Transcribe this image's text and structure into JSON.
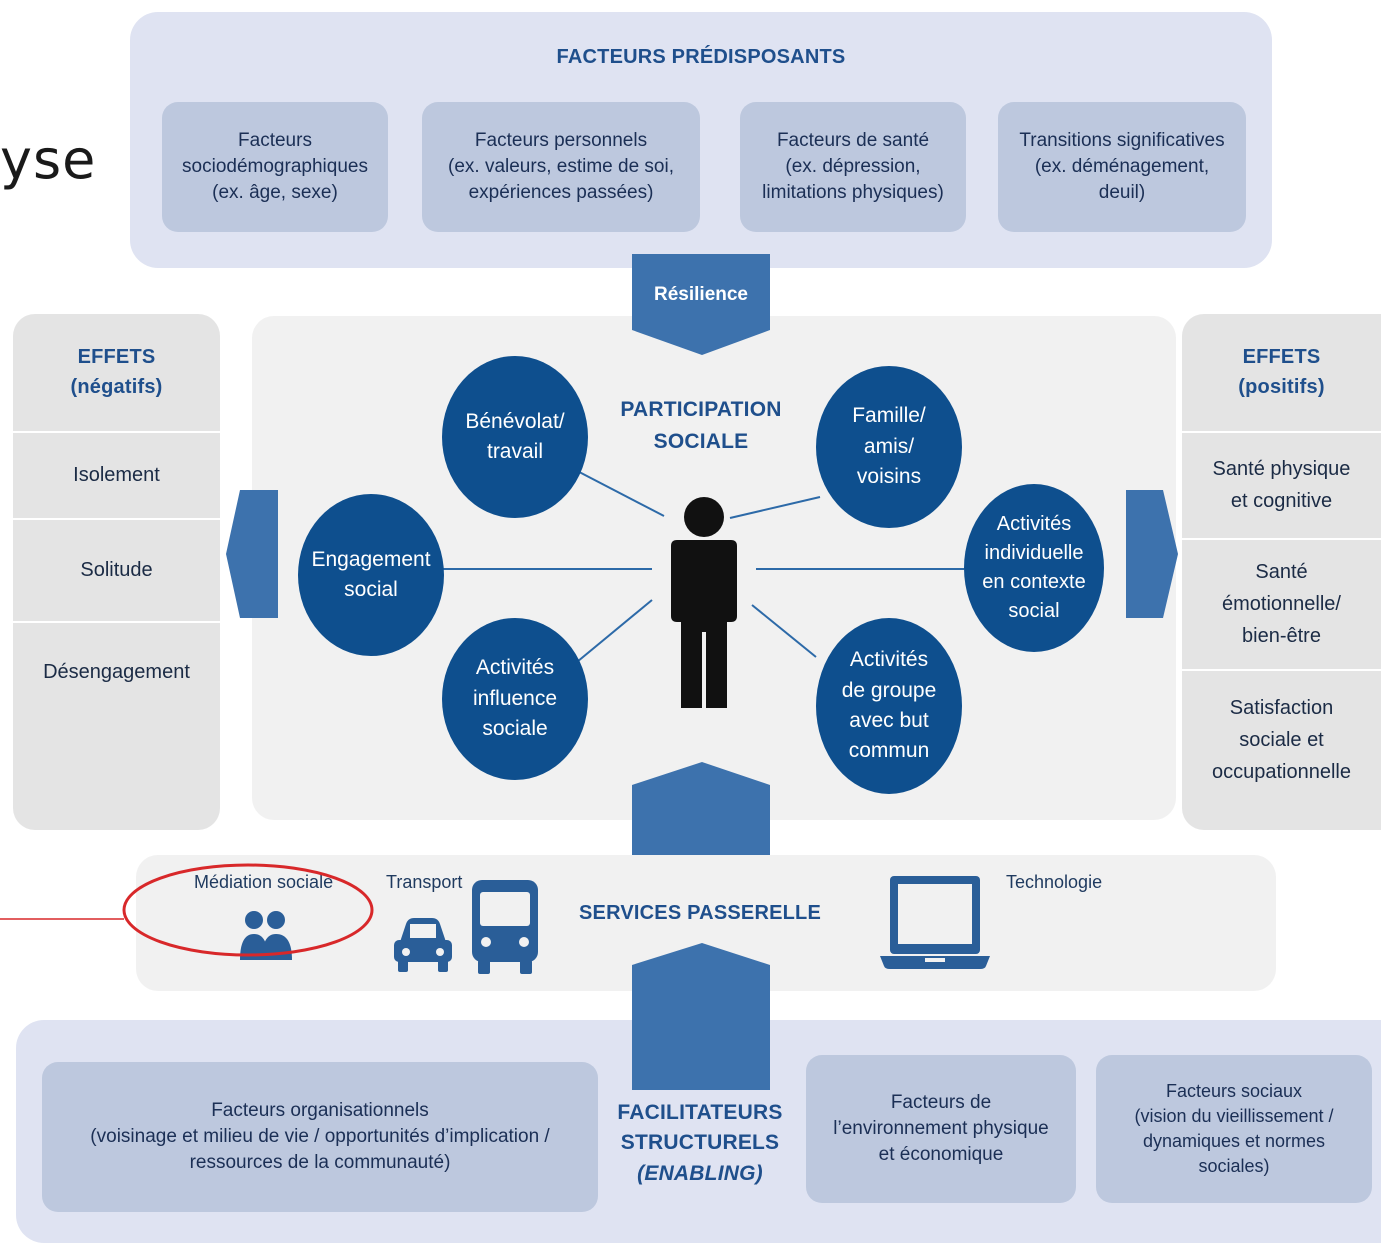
{
  "partial_title": "yse",
  "top": {
    "heading": "FACTEURS PRÉDISPOSANTS",
    "boxes": [
      {
        "l1": "Facteurs",
        "l2": "sociodémographiques",
        "l3": "(ex. âge, sexe)"
      },
      {
        "l1": "Facteurs personnels",
        "l2": "(ex. valeurs, estime de soi,",
        "l3": "expériences passées)"
      },
      {
        "l1": "Facteurs de santé",
        "l2": "(ex. dépression,",
        "l3": "limitations physiques)"
      },
      {
        "l1": "Transitions significatives",
        "l2": "(ex. déménagement,",
        "l3": "deuil)"
      }
    ]
  },
  "resilience": "Résilience",
  "center": {
    "title_l1": "PARTICIPATION",
    "title_l2": "SOCIALE",
    "circles": {
      "benevolat": {
        "l1": "Bénévolat/",
        "l2": "travail"
      },
      "famille": {
        "l1": "Famille/",
        "l2": "amis/",
        "l3": "voisins"
      },
      "engagement": {
        "l1": "Engagement",
        "l2": "social"
      },
      "individuelle": {
        "l1": "Activités",
        "l2": "individuelle",
        "l3": "en contexte",
        "l4": "social"
      },
      "influence": {
        "l1": "Activités",
        "l2": "influence",
        "l3": "sociale"
      },
      "groupe": {
        "l1": "Activités",
        "l2": "de groupe",
        "l3": "avec but",
        "l4": "commun"
      }
    }
  },
  "left_effects": {
    "title_l1": "EFFETS",
    "title_l2": "(négatifs)",
    "items": [
      "Isolement",
      "Solitude",
      "Désengagement"
    ]
  },
  "right_effects": {
    "title_l1": "EFFETS",
    "title_l2": "(positifs)",
    "items": [
      {
        "l1": "Santé physique",
        "l2": "et cognitive"
      },
      {
        "l1": "Santé",
        "l2": "émotionnelle/",
        "l3": "bien-être"
      },
      {
        "l1": "Satisfaction",
        "l2": "sociale et",
        "l3": "occupationnelle"
      }
    ]
  },
  "services": {
    "heading": "SERVICES PASSERELLE",
    "mediation": "Médiation sociale",
    "transport": "Transport",
    "technologie": "Technologie"
  },
  "bottom": {
    "organisationnels": {
      "l1": "Facteurs organisationnels",
      "l2": "(voisinage et milieu de vie / opportunités d’implication /",
      "l3": "ressources de la communauté)"
    },
    "heading_l1": "FACILITATEURS",
    "heading_l2": "STRUCTURELS",
    "heading_l3": "(ENABLING)",
    "environnement": {
      "l1": "Facteurs de",
      "l2": "l’environnement physique",
      "l3": "et économique"
    },
    "sociaux": {
      "l1": "Facteurs sociaux",
      "l2": "(vision du vieillissement /",
      "l3": "dynamiques et normes",
      "l4": "sociales)"
    }
  },
  "colors": {
    "dark_blue": "#0e4f8e",
    "arrow_blue": "#3d72ad",
    "highlight_red": "#d8282a",
    "panel_lavender": "#dfe3f2"
  }
}
